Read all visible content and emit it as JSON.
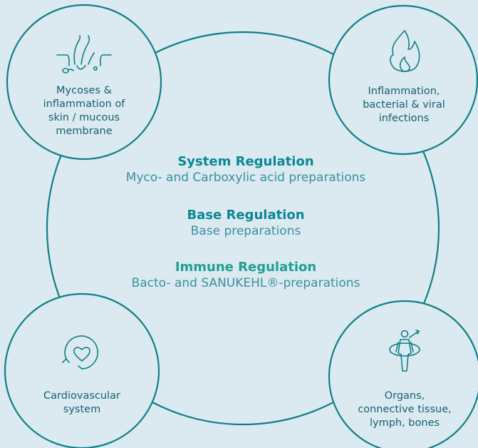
{
  "colors": {
    "background": "#dbeaf0",
    "circle_stroke": "#0f7f86",
    "node_fill": "#dbeaf0",
    "title_teal": "#0b8794",
    "title_green": "#21a091",
    "subtitle": "#3c8ea0",
    "label": "#16616f"
  },
  "nodes": [
    {
      "id": "top-left",
      "icon": "hair-skin-icon",
      "lines": [
        "Mycoses &",
        "inflammation of",
        "skin / mucous",
        "membrane"
      ]
    },
    {
      "id": "top-right",
      "icon": "flame-icon",
      "lines": [
        "Inflammation,",
        "bacterial & viral",
        "infections"
      ]
    },
    {
      "id": "bottom-left",
      "icon": "heart-cycle-icon",
      "lines": [
        "Cardiovascular",
        "system"
      ]
    },
    {
      "id": "bottom-right",
      "icon": "human-body-icon",
      "lines": [
        "Organs,",
        "connective tissue,",
        "lymph, bones"
      ]
    }
  ],
  "regulations": {
    "system": {
      "title": "System Regulation",
      "subtitle": "Myco- and Carboxylic acid preparations"
    },
    "base": {
      "title": "Base Regulation",
      "subtitle": "Base preparations"
    },
    "immune": {
      "title": "Immune Regulation",
      "subtitle": "Bacto- and SANUKEHL®-preparations"
    }
  }
}
